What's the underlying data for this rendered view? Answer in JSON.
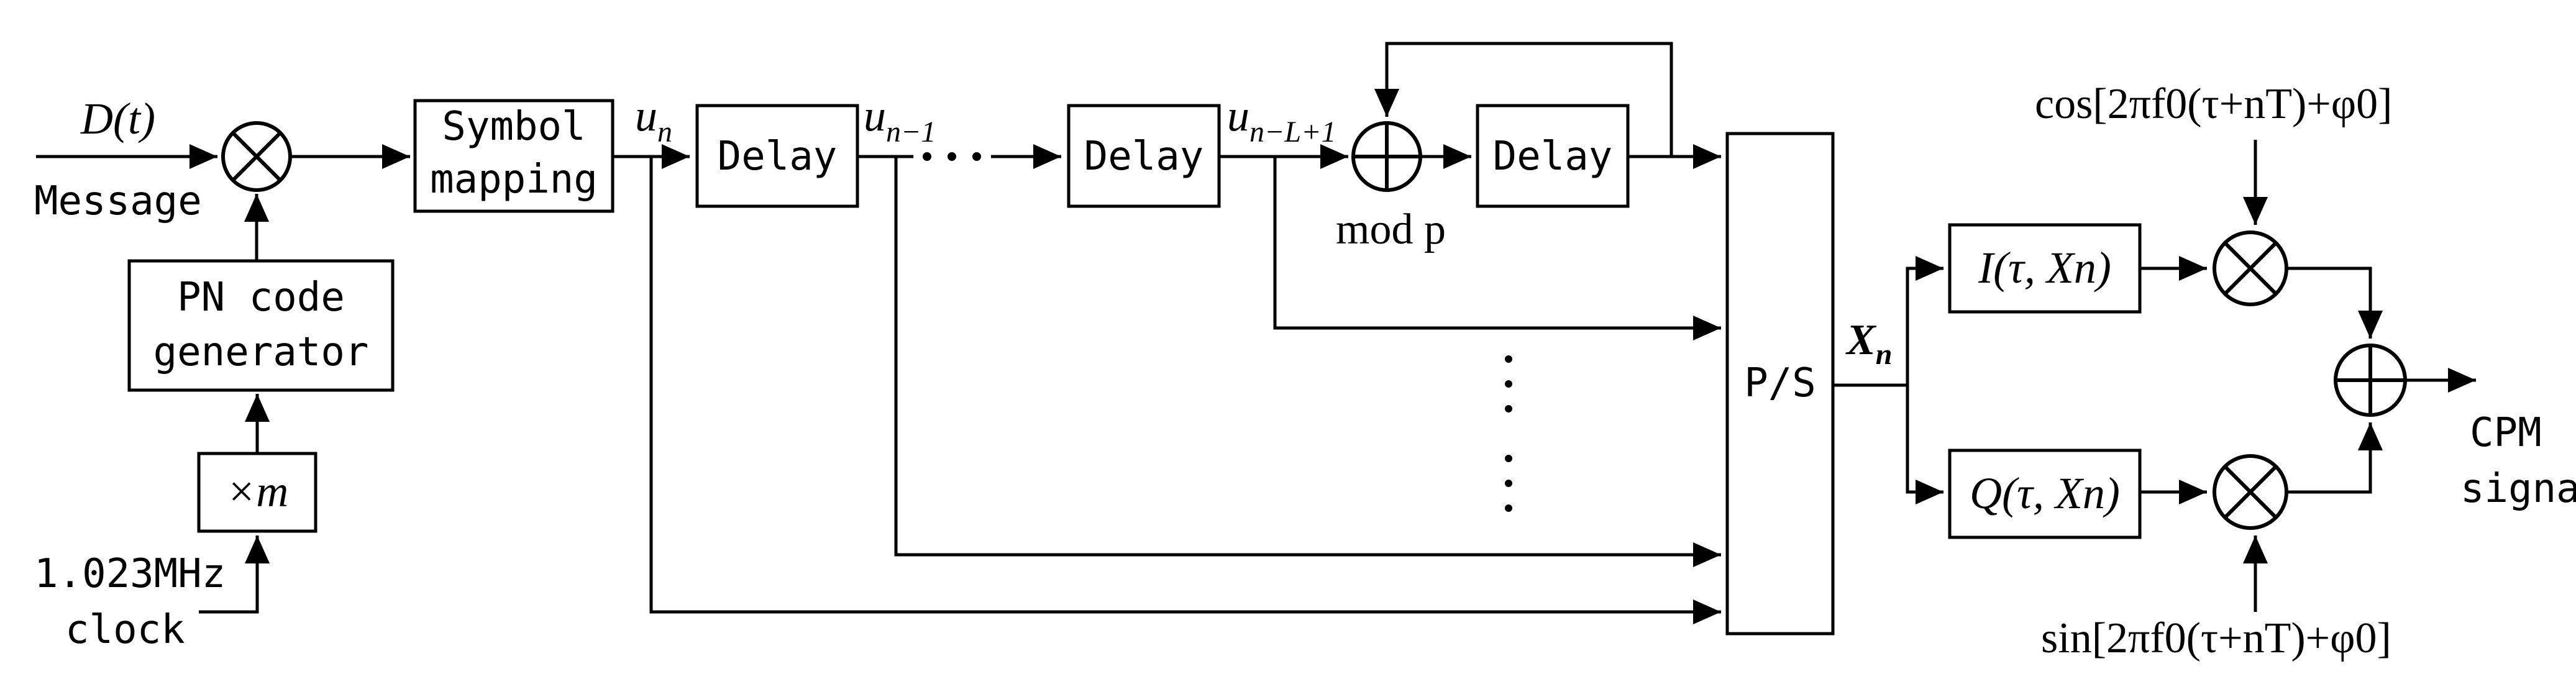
{
  "inputs": {
    "signal": "D(t)",
    "signal_caption": "Message",
    "clock_line1": "1.023MHz",
    "clock_line2": "clock"
  },
  "blocks": {
    "pn_line1": "PN code",
    "pn_line2": "generator",
    "multiplier": "×m",
    "symbol_line1": "Symbol",
    "symbol_line2": "mapping",
    "delay": "Delay",
    "ps": "P/S"
  },
  "signals": {
    "u": "u",
    "u_n_sub": "n",
    "u_n1_sub": "n−1",
    "u_nl_sub": "n−L+1",
    "mod": "mod p",
    "x": "X",
    "x_sub": "n"
  },
  "branches": {
    "i_block": "I(τ, Xn)",
    "q_block": "Q(τ, Xn)",
    "cos_carrier": "cos[2πf0(τ+nT)+φ0]",
    "sin_carrier": "sin[2πf0(τ+nT)+φ0]"
  },
  "output": {
    "line1": "CPM",
    "line2": "signal"
  }
}
